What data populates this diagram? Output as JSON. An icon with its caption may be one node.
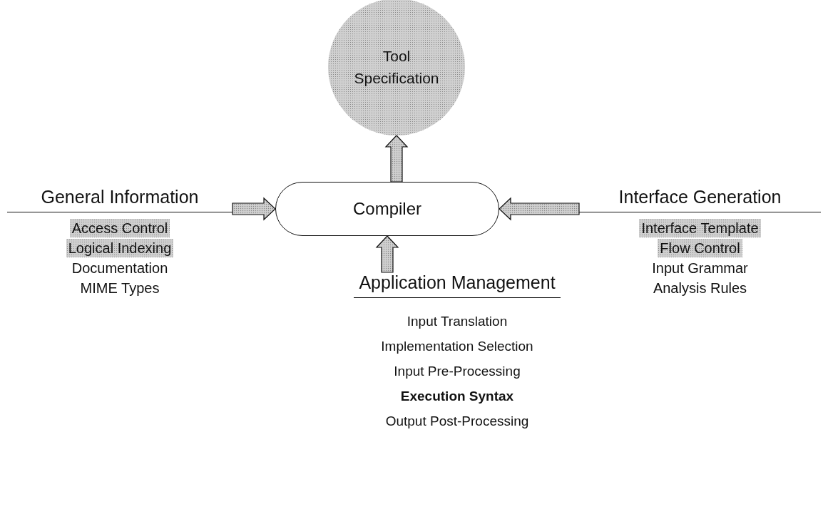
{
  "diagram": {
    "nodes": [
      {
        "text": [
          "Tool Specification"
        ]
      },
      {
        "text": [
          "Compiler"
        ]
      },
      {
        "text": [
          "General Information",
          "Access Control",
          "Logical Indexing",
          "Documentation",
          "MIME Types"
        ]
      },
      {
        "text": [
          "Interface Generation",
          "Interface Template",
          "Flow Control",
          "Input Grammar",
          "Analysis Rules"
        ]
      },
      {
        "text": [
          "Application Management",
          "Input Translation",
          "Implementation Selection",
          "Input Pre-Processing",
          "Execution Syntax",
          "Output Post-Processing"
        ]
      }
    ],
    "edges": [
      {
        "from": 1,
        "to": 0,
        "arrow": "to"
      },
      {
        "from": 2,
        "to": 1,
        "arrow": "to"
      },
      {
        "from": 3,
        "to": 1,
        "arrow": "to"
      },
      {
        "from": 4,
        "to": 1,
        "arrow": "to"
      }
    ]
  }
}
